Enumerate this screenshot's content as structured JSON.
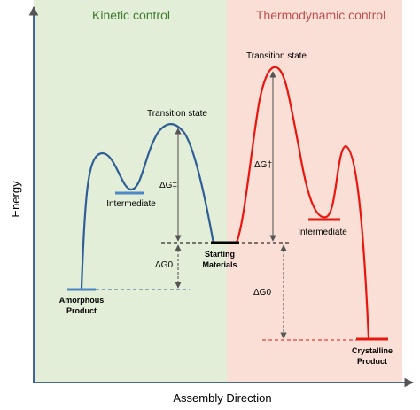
{
  "panels": {
    "left": {
      "title": "Kinetic control",
      "color": "#3d7a2a",
      "bg": "#e2eed8"
    },
    "right": {
      "title": "Thermodynamic control",
      "color": "#c0504d",
      "bg": "#fadfd6"
    }
  },
  "axes": {
    "y_label": "Energy",
    "x_label": "Assembly Direction"
  },
  "labels": {
    "transition_state_left": "Transition state",
    "transition_state_right": "Transition state",
    "intermediate_left": "Intermediate",
    "intermediate_right": "Intermediate",
    "starting_line1": "Starting",
    "starting_line2": "Materials",
    "amorphous_line1": "Amorphous",
    "amorphous_line2": "Product",
    "crystalline_line1": "Crystalline",
    "crystalline_line2": "Product",
    "dg_act_left": "ΔG‡",
    "dg0_left": "ΔG0",
    "dg_act_right": "ΔG‡",
    "dg0_right": "ΔG0"
  },
  "colors": {
    "kinetic_curve": "#2e5e95",
    "kinetic_level": "#4f86c6",
    "thermo_curve": "#e8160f",
    "dashed_kinetic": "#2e5e95",
    "dashed_thermo": "#e8160f",
    "arrow": "#666666"
  }
}
